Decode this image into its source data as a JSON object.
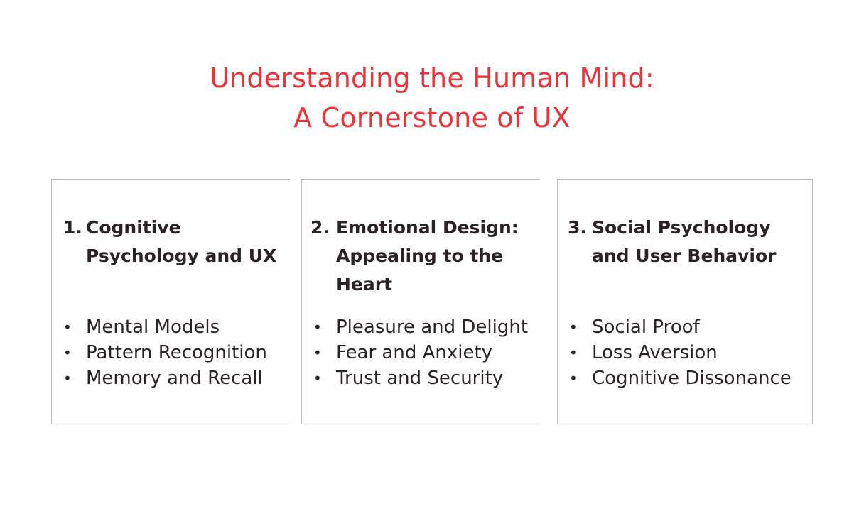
{
  "title": {
    "line1": "Understanding the Human Mind:",
    "line2": "A Cornerstone of UX"
  },
  "colors": {
    "title": "#e8353a",
    "text": "#2b2323",
    "border": "#bdbdbd"
  },
  "cards": [
    {
      "number": "1.",
      "heading": "Cognitive Psychology and UX",
      "items": [
        "Mental Models",
        "Pattern Recognition",
        "Memory and Recall"
      ]
    },
    {
      "number": "2.",
      "heading": "Emotional Design: Appealing to the Heart",
      "items": [
        "Pleasure and Delight",
        "Fear and Anxiety",
        "Trust and Security"
      ]
    },
    {
      "number": "3.",
      "heading": "Social Psychology and User Behavior",
      "items": [
        "Social Proof",
        "Loss Aversion",
        "Cognitive Dissonance"
      ]
    }
  ],
  "bullet": "•"
}
